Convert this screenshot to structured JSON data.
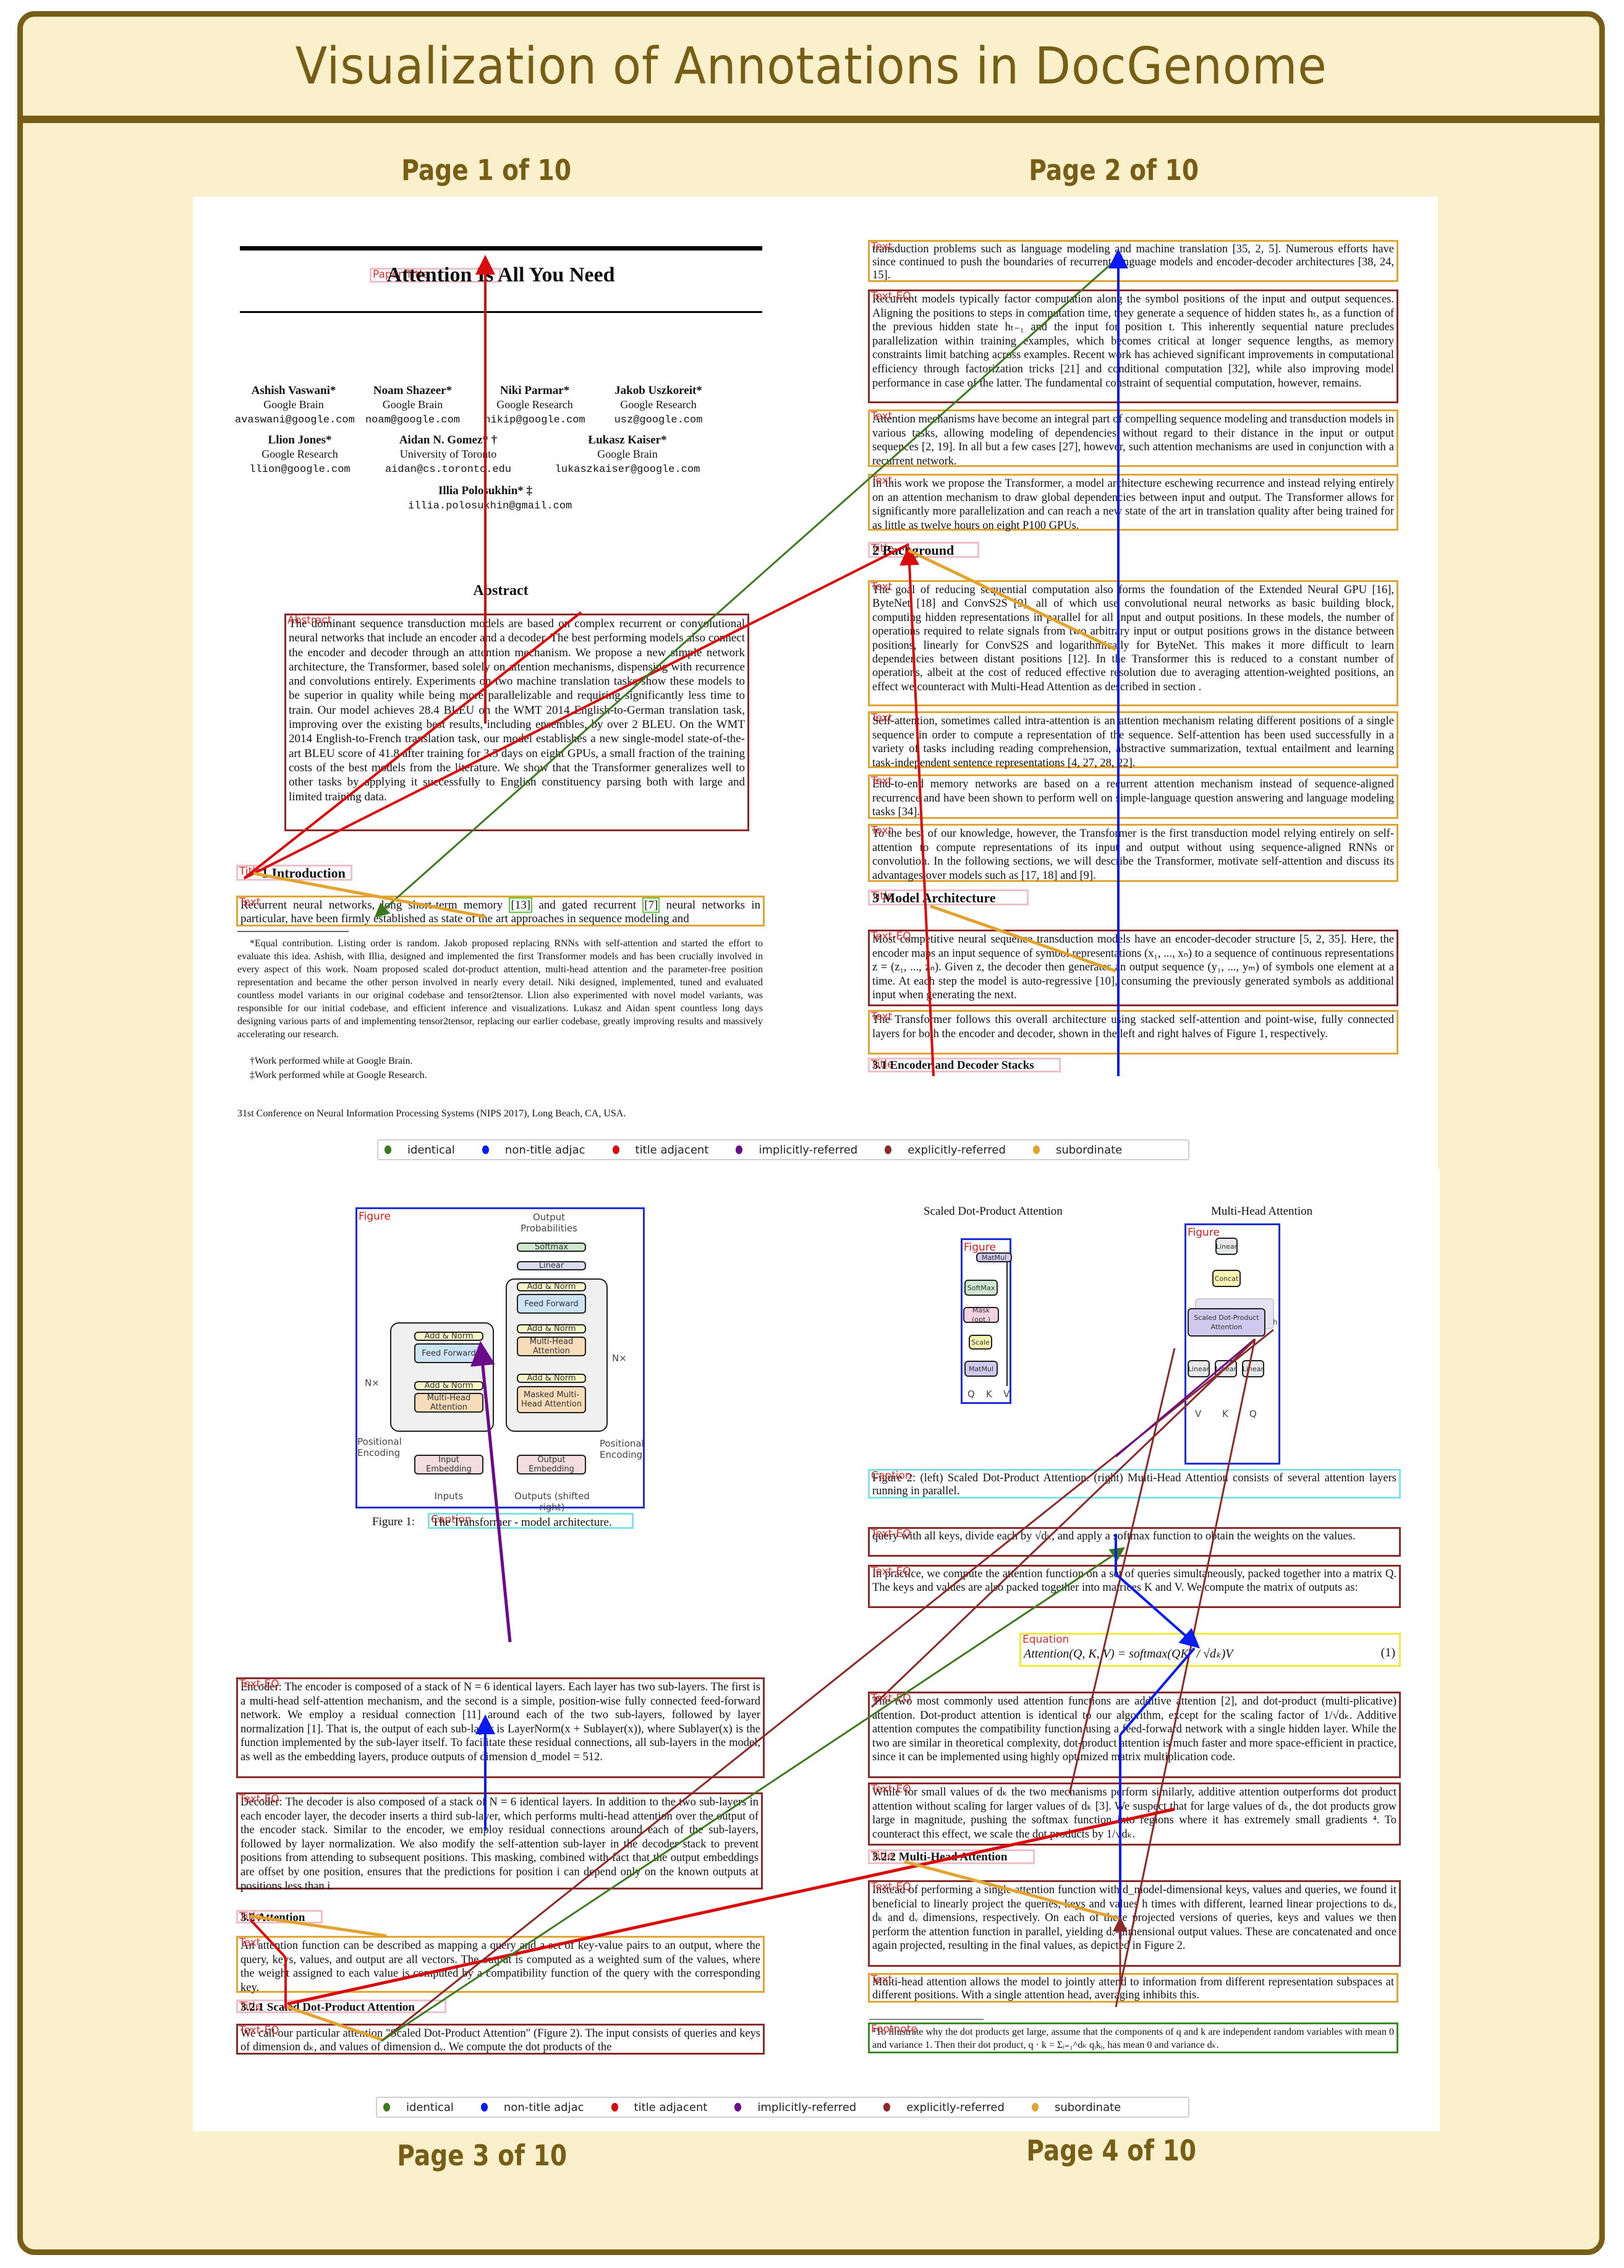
{
  "header": {
    "title": "Visualization of Annotations in DocGenome"
  },
  "page_labels": {
    "p1": "Page 1 of 10",
    "p2": "Page 2 of 10",
    "p3": "Page 3 of 10",
    "p4": "Page 4 of 10"
  },
  "legend": {
    "items": [
      {
        "label": "identical",
        "color": "#3d7a1f"
      },
      {
        "label": "non-title adjac",
        "color": "#0a1cf2"
      },
      {
        "label": "title adjacent",
        "color": "#d80c0c"
      },
      {
        "label": "implicitly-referred",
        "color": "#6b0a8a"
      },
      {
        "label": "explicitly-referred",
        "color": "#8b2a2a"
      },
      {
        "label": "subordinate",
        "color": "#e3a330"
      }
    ]
  },
  "tags": {
    "paper_title": "Paper Title",
    "abstract": "Abstract",
    "title": "Title",
    "text": "Text",
    "text_eq": "Text-EQ",
    "figure": "Figure",
    "caption": "Caption",
    "equation": "Equation",
    "footnote": "Footnote"
  },
  "page1": {
    "paper_title": "Attention Is All You Need",
    "authors": [
      {
        "name": "Ashish Vaswani*",
        "affil": "Google Brain",
        "email": "avaswani@google.com"
      },
      {
        "name": "Noam Shazeer*",
        "affil": "Google Brain",
        "email": "noam@google.com"
      },
      {
        "name": "Niki Parmar*",
        "affil": "Google Research",
        "email": "nikip@google.com"
      },
      {
        "name": "Jakob Uszkoreit*",
        "affil": "Google Research",
        "email": "usz@google.com"
      },
      {
        "name": "Llion Jones*",
        "affil": "Google Research",
        "email": "llion@google.com"
      },
      {
        "name": "Aidan N. Gomez* †",
        "affil": "University of Toronto",
        "email": "aidan@cs.toronto.edu"
      },
      {
        "name": "Łukasz Kaiser*",
        "affil": "Google Brain",
        "email": "lukaszkaiser@google.com"
      },
      {
        "name": "Illia Polosukhin* ‡",
        "affil": "",
        "email": "illia.polosukhin@gmail.com"
      }
    ],
    "abstract_heading": "Abstract",
    "abstract": "The dominant sequence transduction models are based on complex recurrent or convolutional neural networks that include an encoder and a decoder. The best performing models also connect the encoder and decoder through an attention mechanism. We propose a new simple network architecture, the Transformer, based solely on attention mechanisms, dispensing with recurrence and convolutions entirely. Experiments on two machine translation tasks show these models to be superior in quality while being more parallelizable and requiring significantly less time to train. Our model achieves 28.4 BLEU on the WMT 2014 English-to-German translation task, improving over the existing best results, including ensembles, by over 2 BLEU. On the WMT 2014 English-to-French translation task, our model establishes a new single-model state-of-the-art BLEU score of 41.8 after training for 3.5 days on eight GPUs, a small fraction of the training costs of the best models from the literature. We show that the Transformer generalizes well to other tasks by applying it successfully to English constituency parsing both with large and limited training data.",
    "section1": "1 Introduction",
    "intro_a": "Recurrent neural networks, long short-term memory ",
    "intro_ref1": "[13]",
    "intro_b": " and gated recurrent ",
    "intro_ref2": "[7]",
    "intro_c": " neural networks in particular, have been firmly established as state of the art approaches in sequence modeling and",
    "footnote_star": "*Equal contribution. Listing order is random. Jakob proposed replacing RNNs with self-attention and started the effort to evaluate this idea. Ashish, with Illia, designed and implemented the first Transformer models and has been crucially involved in every aspect of this work. Noam proposed scaled dot-product attention, multi-head attention and the parameter-free position representation and became the other person involved in nearly every detail. Niki designed, implemented, tuned and evaluated countless model variants in our original codebase and tensor2tensor. Llion also experimented with novel model variants, was responsible for our initial codebase, and efficient inference and visualizations. Lukasz and Aidan spent countless long days designing various parts of and implementing tensor2tensor, replacing our earlier codebase, greatly improving results and massively accelerating our research.",
    "footnote_dagger": "†Work performed while at Google Brain.",
    "footnote_ddagger": "‡Work performed while at Google Research.",
    "conference": "31st Conference on Neural Information Processing Systems (NIPS 2017), Long Beach, CA, USA."
  },
  "page2": {
    "p1": "transduction problems such as language modeling and machine translation [35, 2, 5]. Numerous efforts have since continued to push the boundaries of recurrent language models and encoder-decoder architectures [38, 24, 15].",
    "p2": "Recurrent models typically factor computation along the symbol positions of the input and output sequences. Aligning the positions to steps in computation time, they generate a sequence of hidden states hₜ, as a function of the previous hidden state hₜ₋₁ and the input for position t. This inherently sequential nature precludes parallelization within training examples, which becomes critical at longer sequence lengths, as memory constraints limit batching across examples. Recent work has achieved significant improvements in computational efficiency through factorization tricks [21] and conditional computation [32], while also improving model performance in case of the latter. The fundamental constraint of sequential computation, however, remains.",
    "p3": "Attention mechanisms have become an integral part of compelling sequence modeling and transduction models in various tasks, allowing modeling of dependencies without regard to their distance in the input or output sequences [2, 19]. In all but a few cases [27], however, such attention mechanisms are used in conjunction with a recurrent network.",
    "p4": "In this work we propose the Transformer, a model architecture eschewing recurrence and instead relying entirely on an attention mechanism to draw global dependencies between input and output. The Transformer allows for significantly more parallelization and can reach a new state of the art in translation quality after being trained for as little as twelve hours on eight P100 GPUs.",
    "section2": "2 Background",
    "p5": "The goal of reducing sequential computation also forms the foundation of the Extended Neural GPU [16], ByteNet [18] and ConvS2S [9], all of which use convolutional neural networks as basic building block, computing hidden representations in parallel for all input and output positions. In these models, the number of operations required to relate signals from two arbitrary input or output positions grows in the distance between positions, linearly for ConvS2S and logarithmically for ByteNet. This makes it more difficult to learn dependencies between distant positions [12]. In the Transformer this is reduced to a constant number of operations, albeit at the cost of reduced effective resolution due to averaging attention-weighted positions, an effect we counteract with Multi-Head Attention as described in section .",
    "p6": "Self-attention, sometimes called intra-attention is an attention mechanism relating different positions of a single sequence in order to compute a representation of the sequence. Self-attention has been used successfully in a variety of tasks including reading comprehension, abstractive summarization, textual entailment and learning task-independent sentence representations [4, 27, 28, 22].",
    "p7": "End-to-end memory networks are based on a recurrent attention mechanism instead of sequence-aligned recurrence and have been shown to perform well on simple-language question answering and language modeling tasks [34].",
    "p8": "To the best of our knowledge, however, the Transformer is the first transduction model relying entirely on self-attention to compute representations of its input and output without using sequence-aligned RNNs or convolution. In the following sections, we will describe the Transformer, motivate self-attention and discuss its advantages over models such as [17, 18] and [9].",
    "section3": "3 Model Architecture",
    "p9": "Most competitive neural sequence transduction models have an encoder-decoder structure [5, 2, 35]. Here, the encoder maps an input sequence of symbol representations (x₁, ..., xₙ) to a sequence of continuous representations z = (z₁, ..., zₙ). Given z, the decoder then generates an output sequence (y₁, ..., yₘ) of symbols one element at a time. At each step the model is auto-regressive [10], consuming the previously generated symbols as additional input when generating the next.",
    "p10": "The Transformer follows this overall architecture using stacked self-attention and point-wise, fully connected layers for both the encoder and decoder, shown in the left and right halves of Figure 1, respectively.",
    "section3_1": "3.1 Encoder and Decoder Stacks"
  },
  "page3": {
    "figure": {
      "output_label": "Output Probabilities",
      "softmax": "Softmax",
      "linear": "Linear",
      "add_norm": "Add & Norm",
      "feed_forward": "Feed Forward",
      "mha": "Multi-Head Attention",
      "masked_mha": "Masked Multi-Head Attention",
      "input_embedding": "Input Embedding",
      "output_embedding": "Output Embedding",
      "positional_encoding": "Positional Encoding",
      "inputs": "Inputs",
      "outputs": "Outputs (shifted right)",
      "nx": "N×"
    },
    "caption_prefix": "Figure 1: ",
    "caption": "The Transformer - model architecture.",
    "encoder": "Encoder: The encoder is composed of a stack of N = 6 identical layers. Each layer has two sub-layers. The first is a multi-head self-attention mechanism, and the second is a simple, position-wise fully connected feed-forward network. We employ a residual connection [11] around each of the two sub-layers, followed by layer normalization [1]. That is, the output of each sub-layer is LayerNorm(x + Sublayer(x)), where Sublayer(x) is the function implemented by the sub-layer itself. To facilitate these residual connections, all sub-layers in the model, as well as the embedding layers, produce outputs of dimension d_model = 512.",
    "decoder": "Decoder: The decoder is also composed of a stack of N = 6 identical layers. In addition to the two sub-layers in each encoder layer, the decoder inserts a third sub-layer, which performs multi-head attention over the output of the encoder stack. Similar to the encoder, we employ residual connections around each of the sub-layers, followed by layer normalization. We also modify the self-attention sub-layer in the decoder stack to prevent positions from attending to subsequent positions. This masking, combined with fact that the output embeddings are offset by one position, ensures that the predictions for position i can depend only on the known outputs at positions less than i.",
    "section3_2": "3.2 Attention",
    "attention": "An attention function can be described as mapping a query and a set of key-value pairs to an output, where the query, keys, values, and output are all vectors. The output is computed as a weighted sum of the values, where the weight assigned to each value is computed by a compatibility function of the query with the corresponding key.",
    "section3_2_1": "3.2.1 Scaled Dot-Product Attention",
    "sdpa": "We call our particular attention \"Scaled Dot-Product Attention\" (Figure 2). The input consists of queries and keys of dimension dₖ, and values of dimension dᵥ. We compute the dot products of the"
  },
  "page4": {
    "sdpa_title": "Scaled Dot-Product Attention",
    "mha_title": "Multi-Head Attention",
    "sdpa_fig": {
      "matmul_top": "MatMul",
      "softmax": "SoftMax",
      "mask": "Mask (opt.)",
      "scale": "Scale",
      "matmul_bottom": "MatMul",
      "q": "Q",
      "k": "K",
      "v": "V"
    },
    "mha_fig": {
      "linear_top": "Linear",
      "concat": "Concat",
      "sdpa": "Scaled Dot-Product Attention",
      "linear": "Linear",
      "h": "h",
      "v": "V",
      "k": "K",
      "q": "Q"
    },
    "caption": "Figure 2: (left) Scaled Dot-Product Attention. (right) Multi-Head Attention consists of several attention layers running in parallel.",
    "p1": "query with all keys, divide each by √dₖ, and apply a softmax function to obtain the weights on the values.",
    "p2": "In practice, we compute the attention function on a set of queries simultaneously, packed together into a matrix Q. The keys and values are also packed together into matrices K and V. We compute the matrix of outputs as:",
    "equation": "Attention(Q, K, V) = softmax(QKᵀ / √dₖ)V",
    "equation_num": "(1)",
    "p3": "The two most commonly used attention functions are additive attention [2], and dot-product (multi-plicative) attention. Dot-product attention is identical to our algorithm, except for the scaling factor of 1/√dₖ. Additive attention computes the compatibility function using a feed-forward network with a single hidden layer. While the two are similar in theoretical complexity, dot-product attention is much faster and more space-efficient in practice, since it can be implemented using highly optimized matrix multiplication code.",
    "p4": "While for small values of dₖ the two mechanisms perform similarly, additive attention outperforms dot product attention without scaling for larger values of dₖ [3]. We suspect that for large values of dₖ, the dot products grow large in magnitude, pushing the softmax function into regions where it has extremely small gradients ⁴. To counteract this effect, we scale the dot products by 1/√dₖ.",
    "section3_2_2": "3.2.2 Multi-Head Attention",
    "p5": "Instead of performing a single attention function with d_model-dimensional keys, values and queries, we found it beneficial to linearly project the queries, keys and values h times with different, learned linear projections to dₖ, dₖ and dᵥ dimensions, respectively. On each of these projected versions of queries, keys and values we then perform the attention function in parallel, yielding dᵥ-dimensional output values. These are concatenated and once again projected, resulting in the final values, as depicted in Figure 2.",
    "p6": "Multi-head attention allows the model to jointly attend to information from different representation subspaces at different positions. With a single attention head, averaging inhibits this.",
    "footnote": "⁴To illustrate why the dot products get large, assume that the components of q and k are independent random variables with mean 0 and variance 1. Then their dot product, q · k = Σᵢ₌₁^dₖ qᵢkᵢ, has mean 0 and variance dₖ."
  }
}
